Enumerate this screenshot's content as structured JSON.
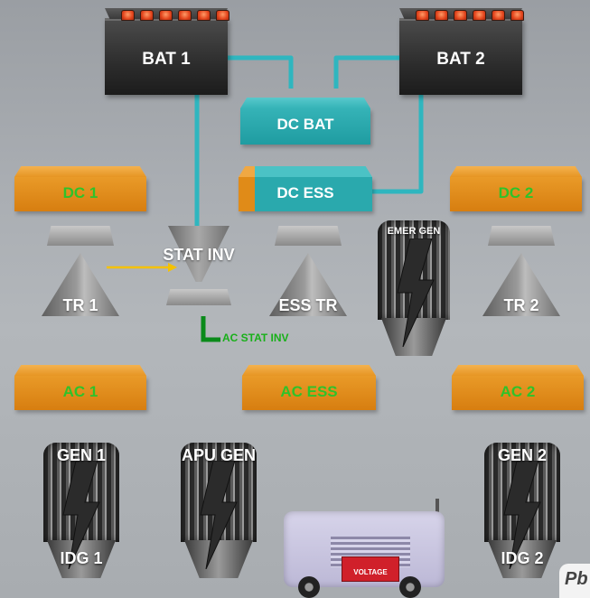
{
  "batteries": [
    {
      "label": "BAT 1"
    },
    {
      "label": "BAT 2"
    }
  ],
  "dc_buses": {
    "dc_bat": "DC BAT",
    "dc_ess": "DC ESS",
    "dc_1": "DC 1",
    "dc_2": "DC 2"
  },
  "converters": {
    "stat_inv": "STAT INV",
    "tr_1": "TR 1",
    "ess_tr": "ESS TR",
    "tr_2": "TR 2",
    "emer_gen": "EMER GEN"
  },
  "ac_label": "AC STAT INV",
  "ac_buses": {
    "ac_1": "AC 1",
    "ac_ess": "AC ESS",
    "ac_2": "AC 2"
  },
  "generators": {
    "gen_1": "GEN 1",
    "idg_1": "IDG 1",
    "apu_gen": "APU GEN",
    "gen_2": "GEN 2",
    "idg_2": "IDG 2"
  },
  "ground_cart": {
    "plate": "VOLTAGE"
  },
  "logo_text": "Pb",
  "colors": {
    "wire": "#2fb6bf",
    "ac_stat_inv_wire": "#0a8a1a",
    "arrow": "#f5c200",
    "bus_orange": "#e08b18",
    "bus_teal": "#2aa9ad",
    "bus_label_green": "#2fc22a"
  }
}
